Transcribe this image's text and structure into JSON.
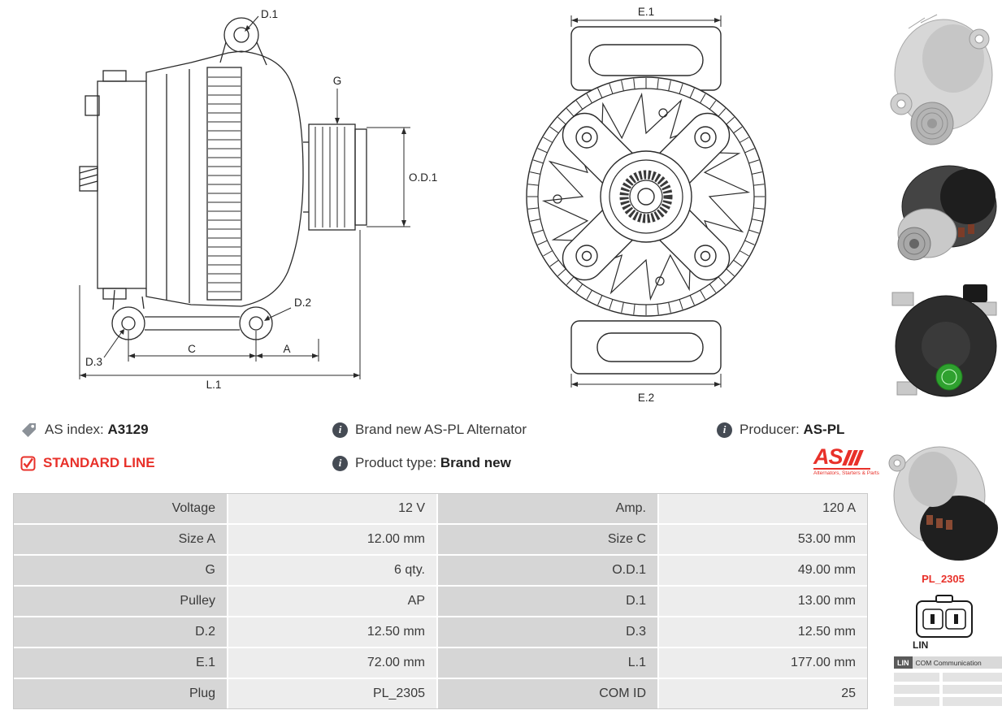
{
  "info": {
    "as_index_label": "AS index:",
    "as_index_value": "A3129",
    "standard_line": "STANDARD LINE",
    "description": "Brand new AS-PL Alternator",
    "product_type_label": "Product type:",
    "product_type_value": "Brand new",
    "producer_label": "Producer:",
    "producer_value": "AS-PL"
  },
  "glyphs": {
    "info": "i"
  },
  "logo": {
    "text": "AS",
    "subtext": "Alternators, Starters & Parts"
  },
  "drawings": {
    "side_labels": {
      "d1": "D.1",
      "g": "G",
      "od1": "O.D.1",
      "d2": "D.2",
      "d3": "D.3",
      "c": "C",
      "a": "A",
      "l1": "L.1"
    },
    "front_labels": {
      "e1": "E.1",
      "e2": "E.2"
    }
  },
  "side_panel": {
    "plug_code": "PL_2305",
    "plug_type": "LIN",
    "badge_lin": "LIN",
    "badge_com": "COM Communication"
  },
  "specs": {
    "rows": [
      {
        "label1": "Voltage",
        "value1": "12 V",
        "label2": "Amp.",
        "value2": "120 A"
      },
      {
        "label1": "Size A",
        "value1": "12.00 mm",
        "label2": "Size C",
        "value2": "53.00 mm"
      },
      {
        "label1": "G",
        "value1": "6 qty.",
        "label2": "O.D.1",
        "value2": "49.00 mm"
      },
      {
        "label1": "Pulley",
        "value1": "AP",
        "label2": "D.1",
        "value2": "13.00 mm"
      },
      {
        "label1": "D.2",
        "value1": "12.50 mm",
        "label2": "D.3",
        "value2": "12.50 mm"
      },
      {
        "label1": "E.1",
        "value1": "72.00 mm",
        "label2": "L.1",
        "value2": "177.00 mm"
      },
      {
        "label1": "Plug",
        "value1": "PL_2305",
        "label2": "COM ID",
        "value2": "25"
      }
    ]
  },
  "colors": {
    "accent_red": "#e8312a",
    "table_label_bg": "#d6d6d6",
    "table_value_bg": "#ededed",
    "drawing_line": "#2a2a2a"
  }
}
